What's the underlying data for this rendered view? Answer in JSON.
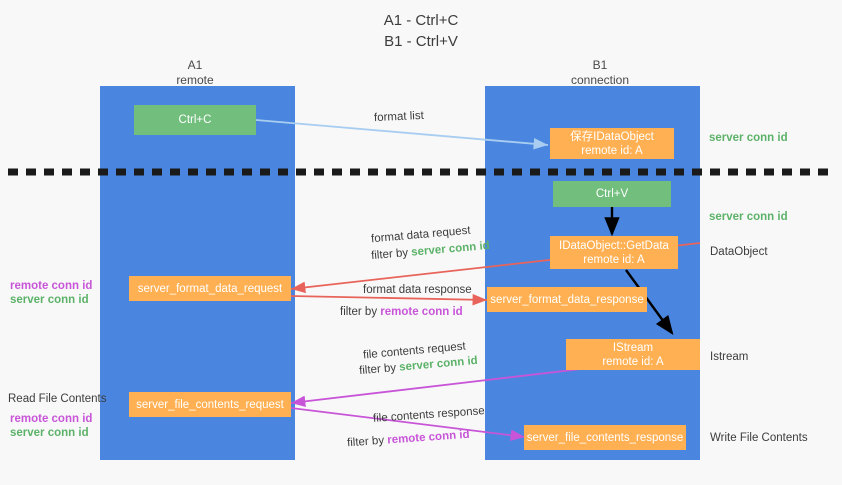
{
  "title": "A1 - Ctrl+C\nB1 - Ctrl+V",
  "colors": {
    "lane": "#4a86e0",
    "green_node": "#71be7d",
    "orange_node": "#ffb052",
    "server_conn_id": "#5cb269",
    "remote_conn_id": "#c855d8",
    "blue_arrow": "#a8cdf0",
    "red_arrow": "#e8645a",
    "magenta_arrow": "#c855d8",
    "black_arrow": "#000000",
    "background": "#f8f8f8"
  },
  "columns": [
    {
      "name": "A1",
      "subtitle": "remote",
      "header": "A1\nremote"
    },
    {
      "name": "B1",
      "subtitle": "connection",
      "header": "B1\nconnection"
    }
  ],
  "nodes": {
    "ctrl_c": "Ctrl+C",
    "ctrl_v": "Ctrl+V",
    "save_idataobject": "保存IDataObject\nremote id: A",
    "idataobject_getdata": "IDataObject::GetData\nremote id: A",
    "istream": "IStream\nremote id: A",
    "server_format_data_request": "server_format_data_request",
    "server_format_data_response": "server_format_data_response",
    "server_file_contents_request": "server_file_contents_request",
    "server_file_contents_response": "server_file_contents_response"
  },
  "edge_labels": {
    "format_list": "format list",
    "format_data_request": "format data request",
    "format_data_request_filter_prefix": "filter by ",
    "format_data_request_filter_value": "server conn id",
    "format_data_response": "format data response",
    "format_data_response_filter_prefix": "filter by ",
    "format_data_response_filter_value": "remote conn id",
    "file_contents_request": "file contents request",
    "file_contents_request_filter_prefix": "filter by ",
    "file_contents_request_filter_value": "server conn id",
    "file_contents_response": "file contents response",
    "file_contents_response_filter_prefix": "filter by ",
    "file_contents_response_filter_value": "remote conn id"
  },
  "right_labels": {
    "server_conn_id_top": "server conn id",
    "server_conn_id_mid": "server conn id",
    "dataobject": "DataObject",
    "istream": "Istream",
    "write_file_contents": "Write File Contents"
  },
  "left_labels": {
    "remote_conn_id_mid": "remote conn id",
    "server_conn_id_mid": "server conn id",
    "read_file_contents": "Read File Contents",
    "remote_conn_id_low": "remote conn id",
    "server_conn_id_low": "server conn id"
  }
}
